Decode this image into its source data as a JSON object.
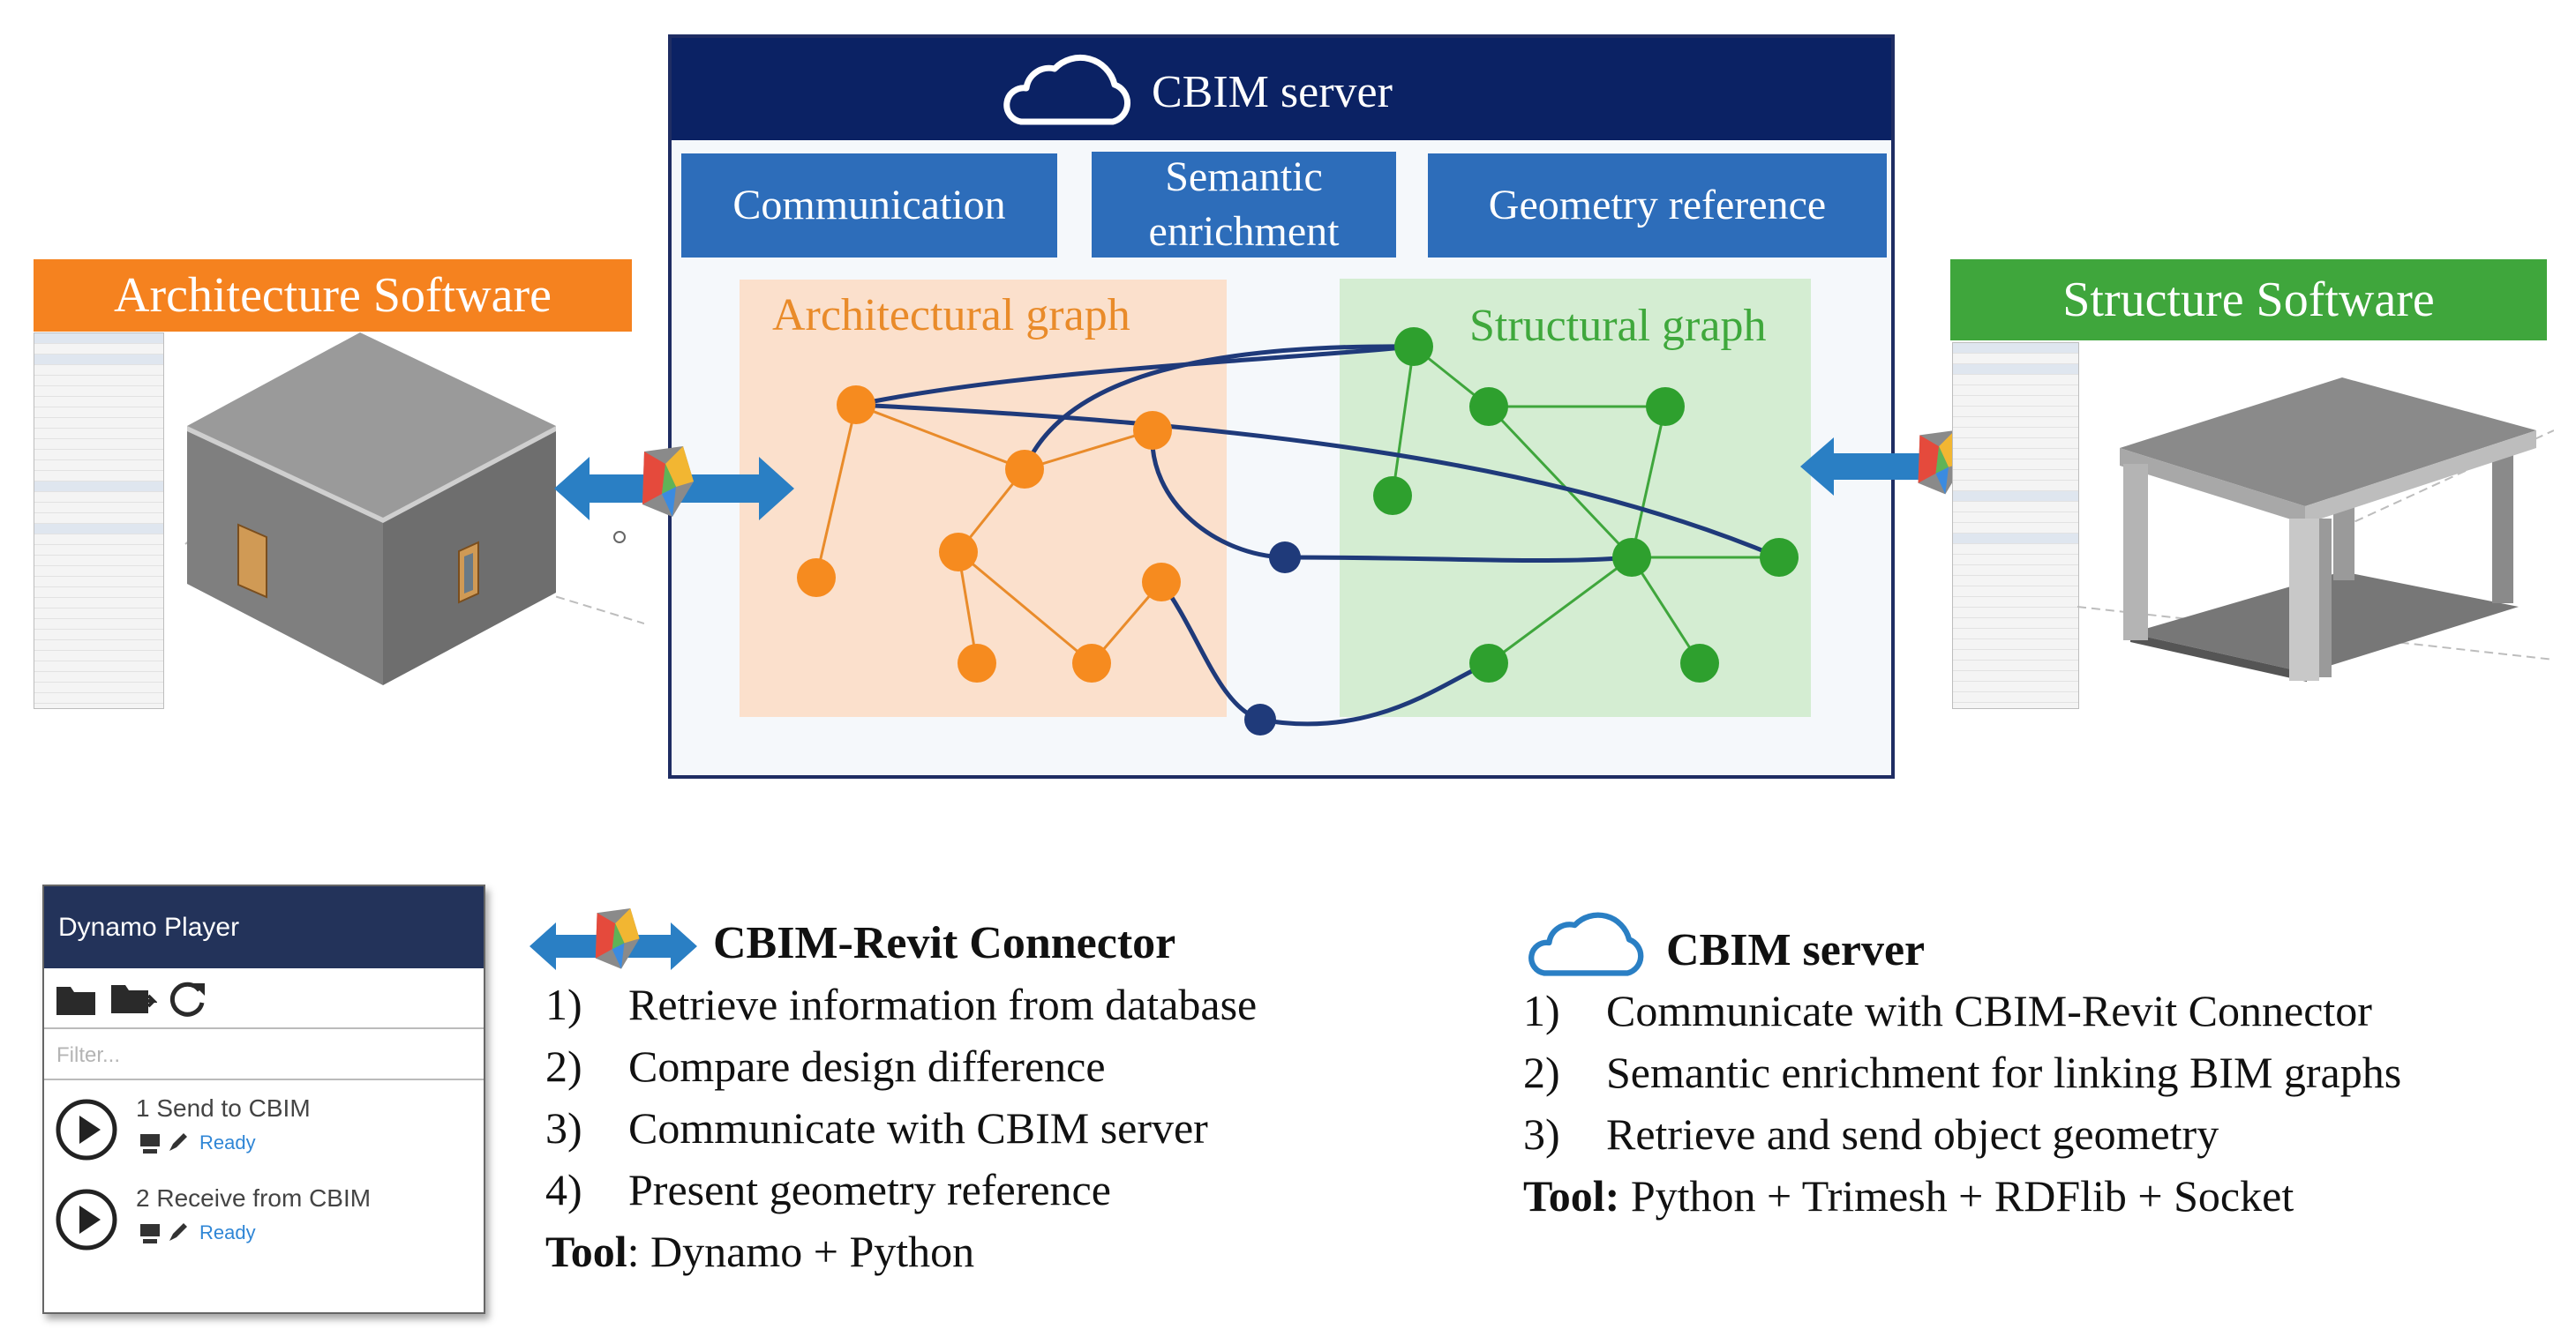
{
  "server": {
    "title": "CBIM server",
    "modules": [
      "Communication",
      "Semantic enrichment",
      "Geometry reference"
    ],
    "architectural_graph_label": "Architectural graph",
    "structural_graph_label": "Structural graph"
  },
  "software": {
    "architecture_label": "Architecture Software",
    "structure_label": "Structure Software"
  },
  "dynamo": {
    "title": "Dynamo Player",
    "filter_placeholder": "Filter...",
    "items": [
      {
        "name": "1 Send to CBIM",
        "status": "Ready"
      },
      {
        "name": "2 Receive from CBIM",
        "status": "Ready"
      }
    ]
  },
  "connector_legend": {
    "title": "CBIM-Revit Connector",
    "items": [
      {
        "num": "1)",
        "text": "Retrieve information from database"
      },
      {
        "num": "2)",
        "text": "Compare design difference"
      },
      {
        "num": "3)",
        "text": "Communicate with CBIM server"
      },
      {
        "num": "4)",
        "text": "Present geometry reference"
      }
    ],
    "tool_label": "Tool",
    "tool_text": ": Dynamo + Python"
  },
  "server_legend": {
    "title": "CBIM server",
    "items": [
      {
        "num": "1)",
        "text": "Communicate with CBIM-Revit Connector"
      },
      {
        "num": "2)",
        "text": "Semantic enrichment for linking BIM graphs"
      },
      {
        "num": "3)",
        "text": "Retrieve and send object geometry"
      }
    ],
    "tool_label": "Tool:",
    "tool_text": " Python + Trimesh + RDFlib + Socket"
  },
  "colors": {
    "server_header": "#0b2264",
    "module_blue": "#2d6dba",
    "arch_orange": "#f5821f",
    "struct_green": "#3fa63c",
    "link_navy": "#1f3a7a",
    "arrow_blue": "#2a7fc4"
  },
  "icons": [
    "cloud-icon",
    "connector-icon",
    "double-arrow-icon",
    "folder-icon",
    "folder-export-icon",
    "refresh-icon",
    "play-icon",
    "monitor-icon",
    "pencil-icon"
  ]
}
